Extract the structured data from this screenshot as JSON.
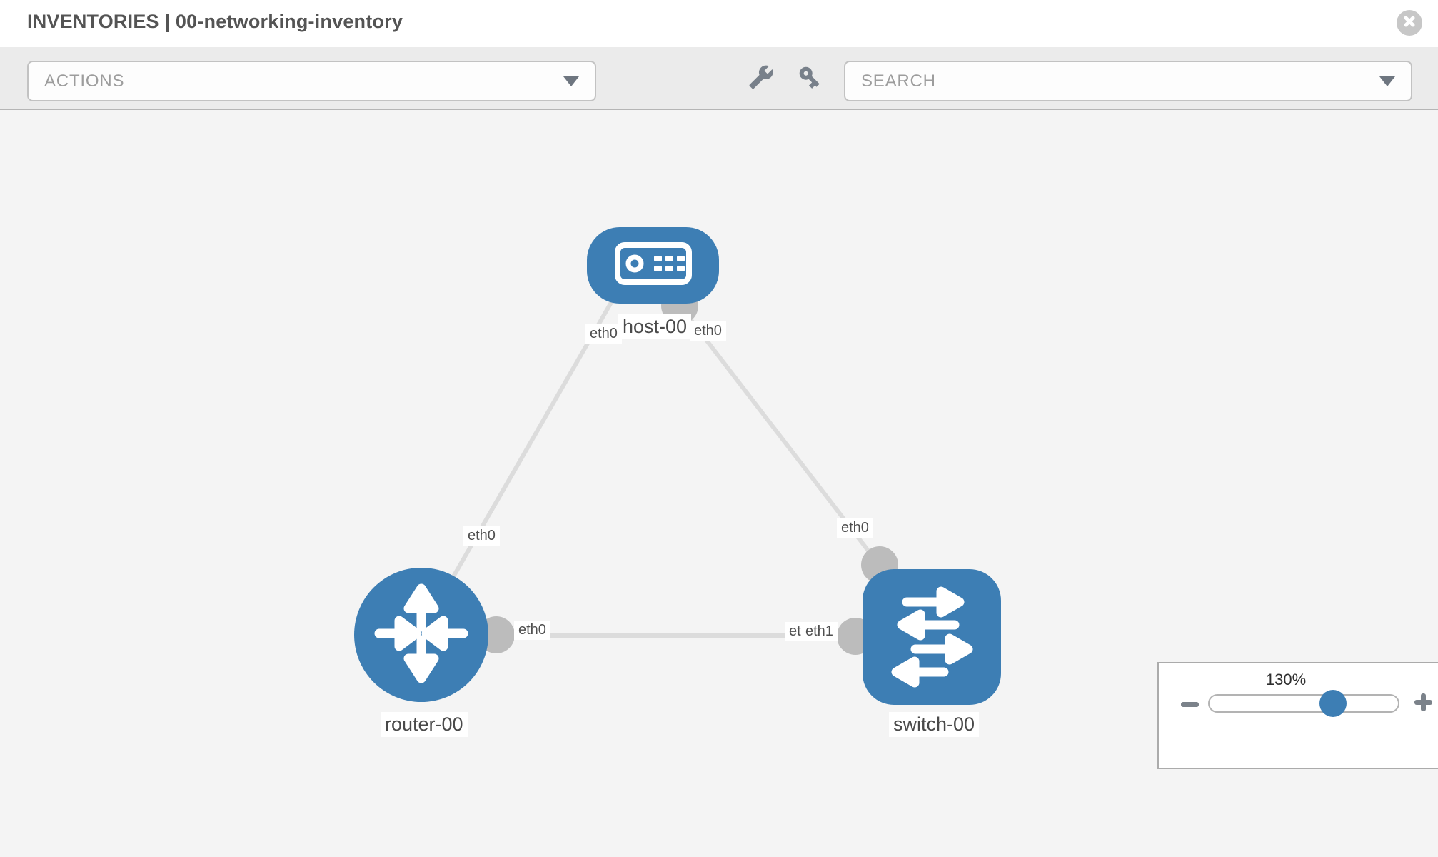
{
  "header": {
    "title": "INVENTORIES | 00-networking-inventory",
    "close_icon": "circle-x"
  },
  "toolbar": {
    "actions_dropdown": {
      "label": "ACTIONS"
    },
    "search_dropdown": {
      "label": "SEARCH"
    },
    "wrench_icon": "wrench",
    "key_icon": "key"
  },
  "topology": {
    "nodes": [
      {
        "label": "host-00",
        "type": "host"
      },
      {
        "label": "router-00",
        "type": "router"
      },
      {
        "label": "switch-00",
        "type": "switch"
      }
    ],
    "links": [
      {
        "from": "host-00",
        "to": "router-00",
        "from_if": "eth0",
        "to_if": "eth0"
      },
      {
        "from": "host-00",
        "to": "switch-00",
        "from_if": "eth0",
        "to_if": "eth0"
      },
      {
        "from": "router-00",
        "to": "switch-00",
        "from_if": "eth0",
        "to_if": "eth1",
        "overlapped_if": "eth0"
      }
    ]
  },
  "zoom_control": {
    "level": "130%",
    "minus_icon": "minus",
    "plus_icon": "plus"
  },
  "colors": {
    "node_blue": "#3d7eb4",
    "link_gray": "#dcdcdc",
    "connector_gray": "#bcbcbc",
    "canvas_bg": "#f4f4f4",
    "toolbar_bg": "#ebebeb"
  }
}
